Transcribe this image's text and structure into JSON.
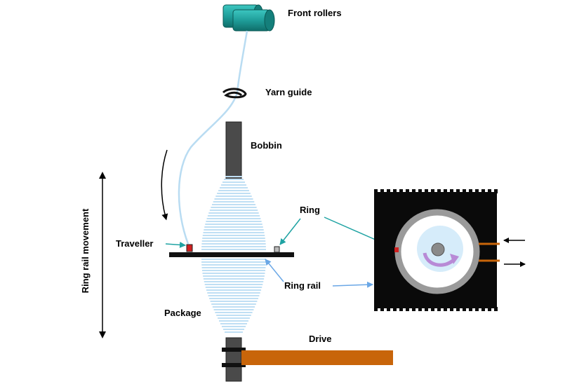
{
  "labels": {
    "front_rollers": "Front rollers",
    "yarn_guide": "Yarn guide",
    "bobbin": "Bobbin",
    "ring": "Ring",
    "traveller": "Traveller",
    "ring_rail": "Ring rail",
    "package": "Package",
    "drive": "Drive",
    "ring_rail_movement": "Ring rail movement"
  },
  "colors": {
    "rollers": "#1f9e9a",
    "rollers_dark": "#0f6e6a",
    "yarn": "#b9dcf2",
    "package_stripe": "#bfdff4",
    "bobbin": "#4a4a4a",
    "rail": "#111111",
    "traveller": "#d02020",
    "drive_belt": "#c8650a",
    "teal_arrow": "#1fa3a3",
    "blue_arrow": "#6aa7e6",
    "ring_gray": "#9a9a9a",
    "panel": "#0a0a0a"
  }
}
